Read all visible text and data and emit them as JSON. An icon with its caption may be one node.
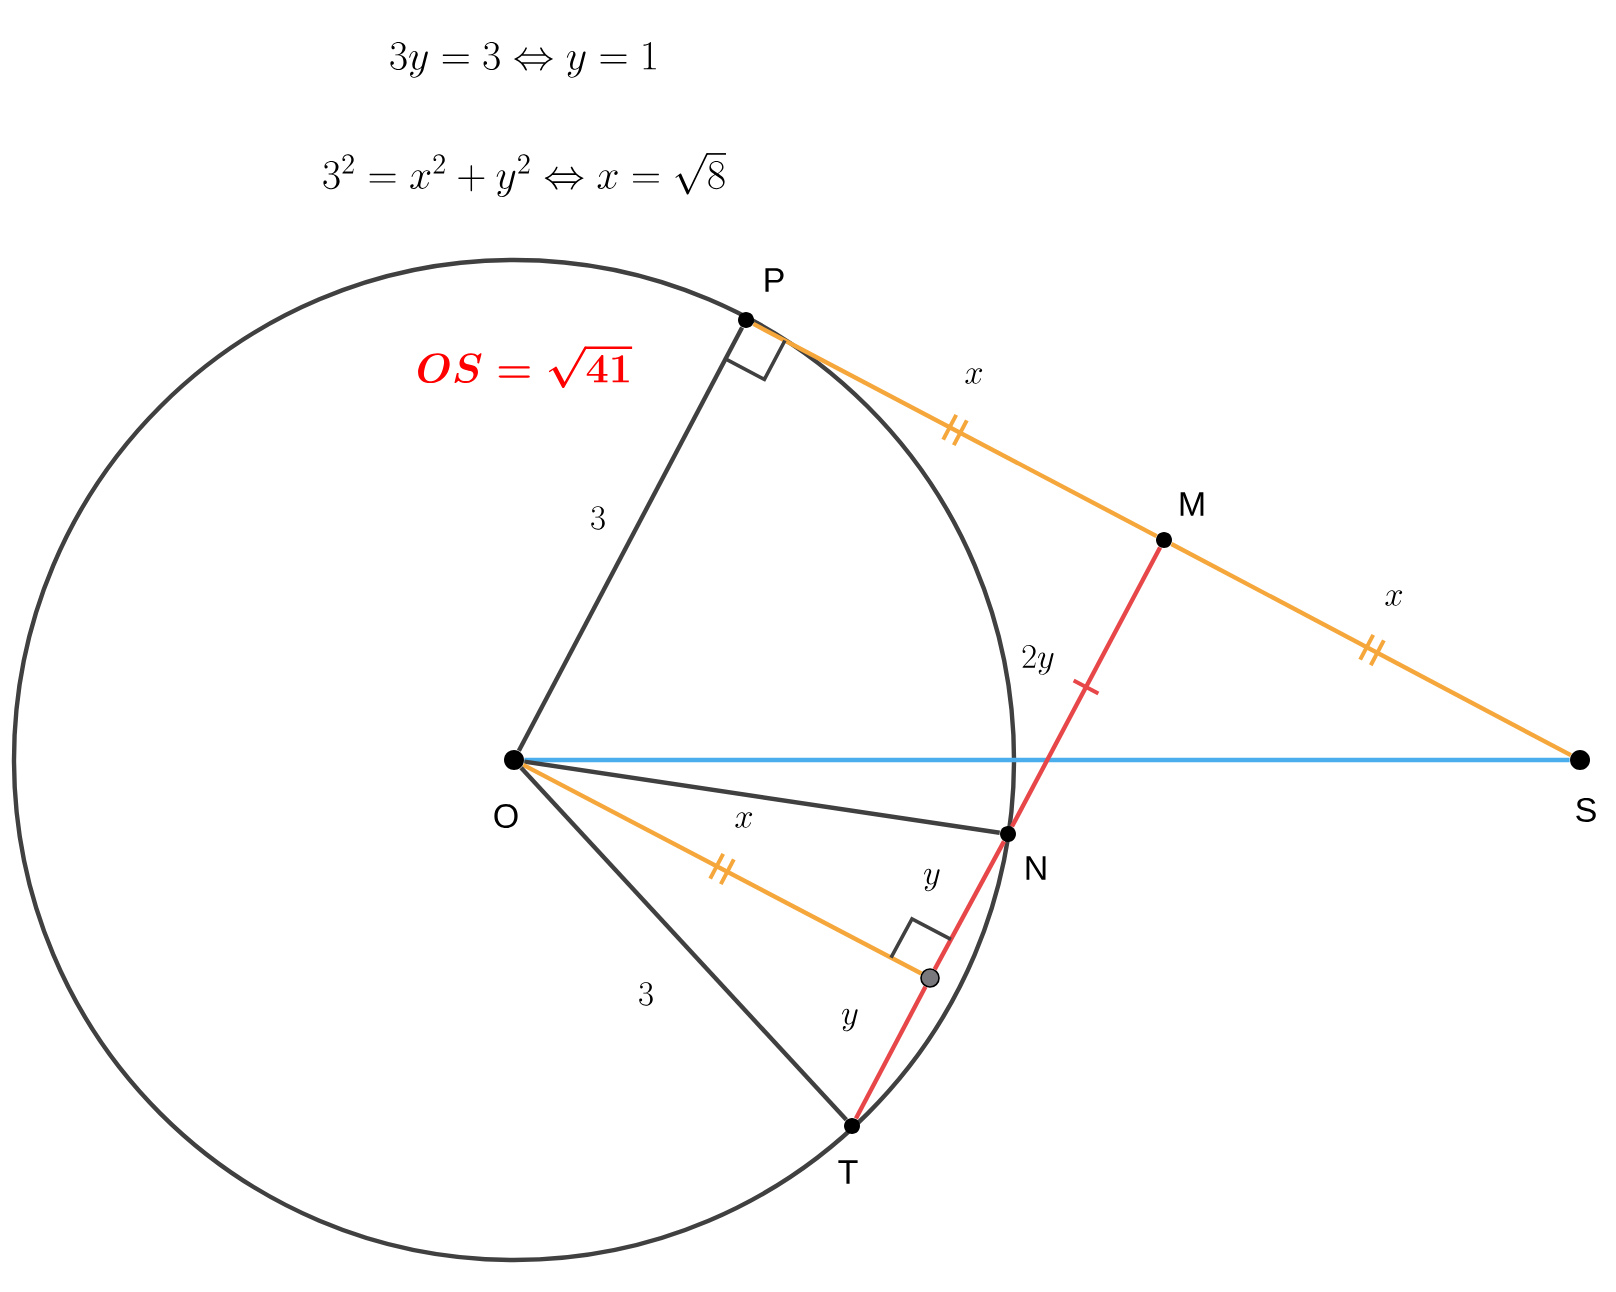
{
  "diagram": {
    "nodes": [
      {
        "text": [
          "O"
        ]
      },
      {
        "text": [
          "P"
        ]
      },
      {
        "text": [
          "M"
        ]
      },
      {
        "text": [
          "S"
        ]
      },
      {
        "text": [
          "N"
        ]
      },
      {
        "text": [
          "T"
        ]
      },
      {
        "text": [],
        "shape": "circle"
      }
    ],
    "edges": [
      {
        "from": 0,
        "to": 1,
        "arrow": "none",
        "label": "3"
      },
      {
        "from": 1,
        "to": 2,
        "arrow": "none",
        "label": "x",
        "color": "#f5a73b"
      },
      {
        "from": 2,
        "to": 3,
        "arrow": "none",
        "label": "x",
        "color": "#f5a73b"
      },
      {
        "from": 0,
        "to": 3,
        "arrow": "none",
        "color": "#4aaeed"
      },
      {
        "from": 0,
        "to": 4,
        "arrow": "none"
      },
      {
        "from": 0,
        "to": 6,
        "arrow": "none",
        "label": "x",
        "color": "#f5a73b"
      },
      {
        "from": 0,
        "to": 5,
        "arrow": "none",
        "label": "3"
      },
      {
        "from": 5,
        "to": 6,
        "arrow": "none",
        "label": "y",
        "color": "#e8474a"
      },
      {
        "from": 6,
        "to": 4,
        "arrow": "none",
        "label": "y",
        "color": "#e8474a"
      },
      {
        "from": 4,
        "to": 2,
        "arrow": "none",
        "label": "2y",
        "color": "#e8474a"
      }
    ],
    "labels": [
      "3y = 3 \\Leftrightarrow y = 1",
      "3^2 = x^2 + y^2 \\Leftrightarrow x = \\sqrt{8}",
      "OS = \\sqrt{41}"
    ]
  }
}
